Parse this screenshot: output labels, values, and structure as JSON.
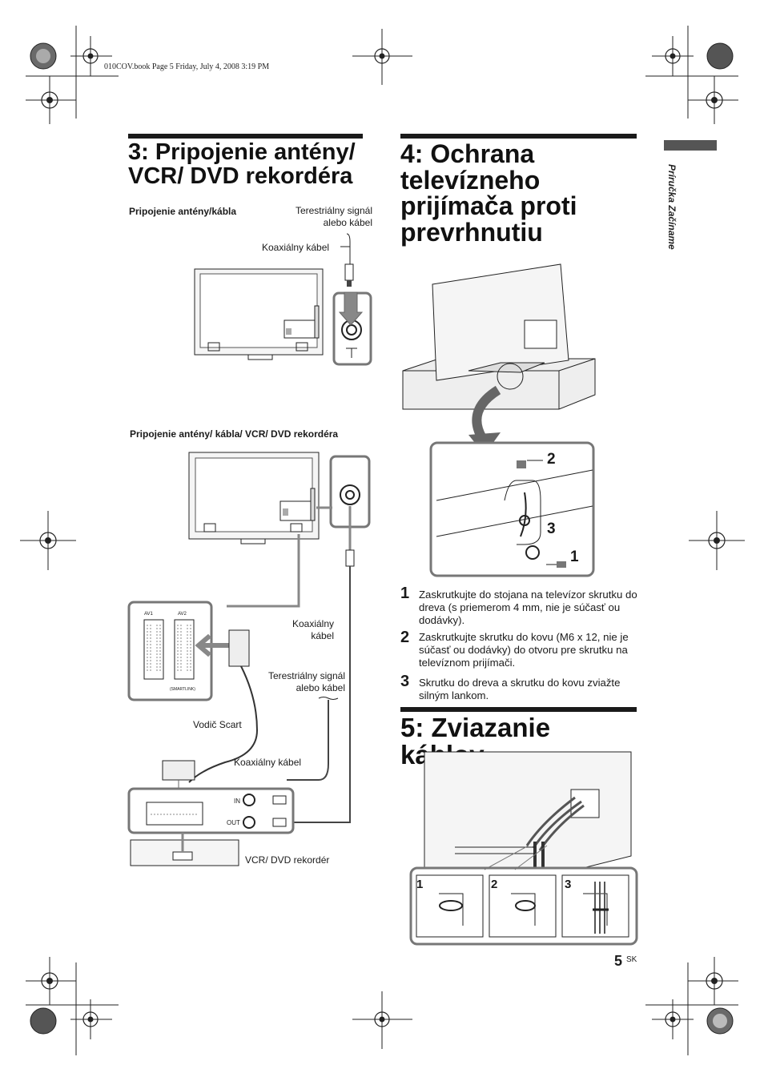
{
  "header": {
    "file_info": "010COV.book  Page 5  Friday, July 4, 2008  3:19 PM"
  },
  "side_tab": {
    "label": "Príručka Začíname"
  },
  "section3": {
    "title_line1": "3: Pripojenie antény/",
    "title_line2": "VCR/ DVD rekordéra",
    "sub_a": {
      "heading": "Pripojenie antény/kábla",
      "label_signal_1": "Terestriálny signál",
      "label_signal_2": "alebo kábel",
      "label_coax": "Koaxiálny kábel"
    },
    "sub_b": {
      "heading": "Pripojenie antény/ kábla/ VCR/ DVD rekordéra",
      "label_coax_1": "Koaxiálny",
      "label_coax_2": "kábel",
      "label_signal_1": "Terestriálny signál",
      "label_signal_2": "alebo kábel",
      "label_scart": "Vodič Scart",
      "label_coax_full": "Koaxiálny kábel",
      "label_recorder": "VCR/ DVD rekordér",
      "port_in": "IN",
      "port_out": "OUT",
      "av1": "AV1",
      "av2": "AV2",
      "smartlink": "(SMARTLINK)"
    }
  },
  "section4": {
    "title_line1": "4: Ochrana",
    "title_line2": "televízneho",
    "title_line3": "prijímača proti",
    "title_line4": "prevrhnutiu",
    "callouts": [
      "2",
      "3",
      "1"
    ],
    "steps": [
      {
        "num": "1",
        "text": "Zaskrutkujte do stojana na televízor skrutku do dreva (s priemerom 4 mm, nie je súčasť ou dodávky)."
      },
      {
        "num": "2",
        "text": "Zaskrutkujte skrutku do kovu (M6 x 12, nie je súčasť ou dodávky) do otvoru pre skrutku na televíznom prijímači."
      },
      {
        "num": "3",
        "text": "Skrutku do dreva a skrutku do kovu zviažte silným lankom."
      }
    ]
  },
  "section5": {
    "title": "5: Zviazanie káblov",
    "panels": [
      "1",
      "2",
      "3"
    ]
  },
  "footer": {
    "page_number": "5",
    "lang": "SK"
  }
}
